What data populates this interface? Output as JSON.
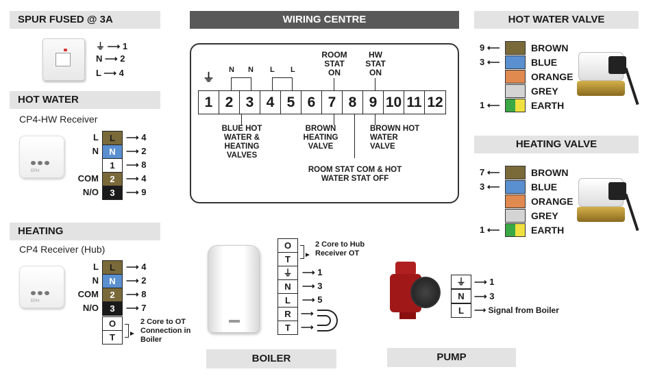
{
  "spur": {
    "title": "SPUR FUSED @ 3A",
    "rows": [
      {
        "terminal": "⏚",
        "target": "1"
      },
      {
        "terminal": "N",
        "target": "2"
      },
      {
        "terminal": "L",
        "target": "4"
      }
    ]
  },
  "hot_water": {
    "title": "HOT WATER",
    "subtitle": "CP4-HW Receiver",
    "device_label": "EPH",
    "rows": [
      {
        "label": "L",
        "box": "L",
        "target": "4",
        "color": "#7a6a3a"
      },
      {
        "label": "N",
        "box": "N",
        "target": "2",
        "color": "#5a8fd0"
      },
      {
        "label": "",
        "box": "1",
        "target": "8",
        "color": "#ffffff"
      },
      {
        "label": "COM",
        "box": "2",
        "target": "4",
        "color": "#7a6a3a"
      },
      {
        "label": "N/O",
        "box": "3",
        "target": "9",
        "color": "#1a1a1a"
      }
    ]
  },
  "heating": {
    "title": "HEATING",
    "subtitle": "CP4 Receiver (Hub)",
    "device_label": "EPH",
    "rows": [
      {
        "label": "L",
        "box": "L",
        "target": "4",
        "color": "#7a6a3a"
      },
      {
        "label": "N",
        "box": "N",
        "target": "2",
        "color": "#5a8fd0"
      },
      {
        "label": "COM",
        "box": "2",
        "target": "8",
        "color": "#7a6a3a"
      },
      {
        "label": "N/O",
        "box": "3",
        "target": "7",
        "color": "#1a1a1a"
      }
    ],
    "ot_boxes": [
      "O",
      "T"
    ],
    "ot_note": "2 Core to OT Connection in Boiler"
  },
  "wiring_centre": {
    "title": "WIRING CENTRE",
    "terminals": [
      "1",
      "2",
      "3",
      "4",
      "5",
      "6",
      "7",
      "8",
      "9",
      "10",
      "11",
      "12"
    ],
    "earth_symbol": "⏚",
    "top_labels": {
      "n1": "N",
      "n2": "N",
      "l1": "L",
      "l2": "L",
      "room_stat": "ROOM STAT ON",
      "hw_stat": "HW STAT ON"
    },
    "bottom_labels": {
      "blue": "BLUE HOT WATER & HEATING VALVES",
      "brown_heating": "BROWN HEATING VALVE",
      "brown_hw": "BROWN HOT WATER VALVE",
      "room_stat_com": "ROOM STAT COM & HOT WATER STAT OFF"
    }
  },
  "hot_water_valve": {
    "title": "HOT WATER VALVE",
    "wires": [
      {
        "target": "9",
        "name": "BROWN",
        "color": "#7a6a3a"
      },
      {
        "target": "3",
        "name": "BLUE",
        "color": "#5a8fd0"
      },
      {
        "target": "",
        "name": "ORANGE",
        "color": "#e08a50"
      },
      {
        "target": "",
        "name": "GREY",
        "color": "#d4d4d4"
      },
      {
        "target": "1",
        "name": "EARTH",
        "color": "earth"
      }
    ]
  },
  "heating_valve": {
    "title": "HEATING VALVE",
    "wires": [
      {
        "target": "7",
        "name": "BROWN",
        "color": "#7a6a3a"
      },
      {
        "target": "3",
        "name": "BLUE",
        "color": "#5a8fd0"
      },
      {
        "target": "",
        "name": "ORANGE",
        "color": "#e08a50"
      },
      {
        "target": "",
        "name": "GREY",
        "color": "#d4d4d4"
      },
      {
        "target": "1",
        "name": "EARTH",
        "color": "earth"
      }
    ]
  },
  "boiler": {
    "title": "BOILER",
    "rows": [
      {
        "box": "O",
        "target": ""
      },
      {
        "box": "T",
        "target": ""
      },
      {
        "box": "⏚",
        "target": "1"
      },
      {
        "box": "N",
        "target": "3"
      },
      {
        "box": "L",
        "target": "5"
      },
      {
        "box": "R",
        "target": ""
      },
      {
        "box": "T",
        "target": ""
      }
    ],
    "ot_note": "2 Core to Hub Receiver OT"
  },
  "pump": {
    "title": "PUMP",
    "rows": [
      {
        "box": "⏚",
        "target": "1"
      },
      {
        "box": "N",
        "target": "3"
      },
      {
        "box": "L",
        "target": "Signal from Boiler"
      }
    ]
  },
  "colors": {
    "header_bg": "#e3e3e3",
    "header_dark": "#595959",
    "brown": "#7a6a3a",
    "blue": "#5a8fd0",
    "orange": "#e08a50",
    "grey": "#d4d4d4",
    "earth_green": "#3aa845",
    "earth_yellow": "#f0e040"
  }
}
